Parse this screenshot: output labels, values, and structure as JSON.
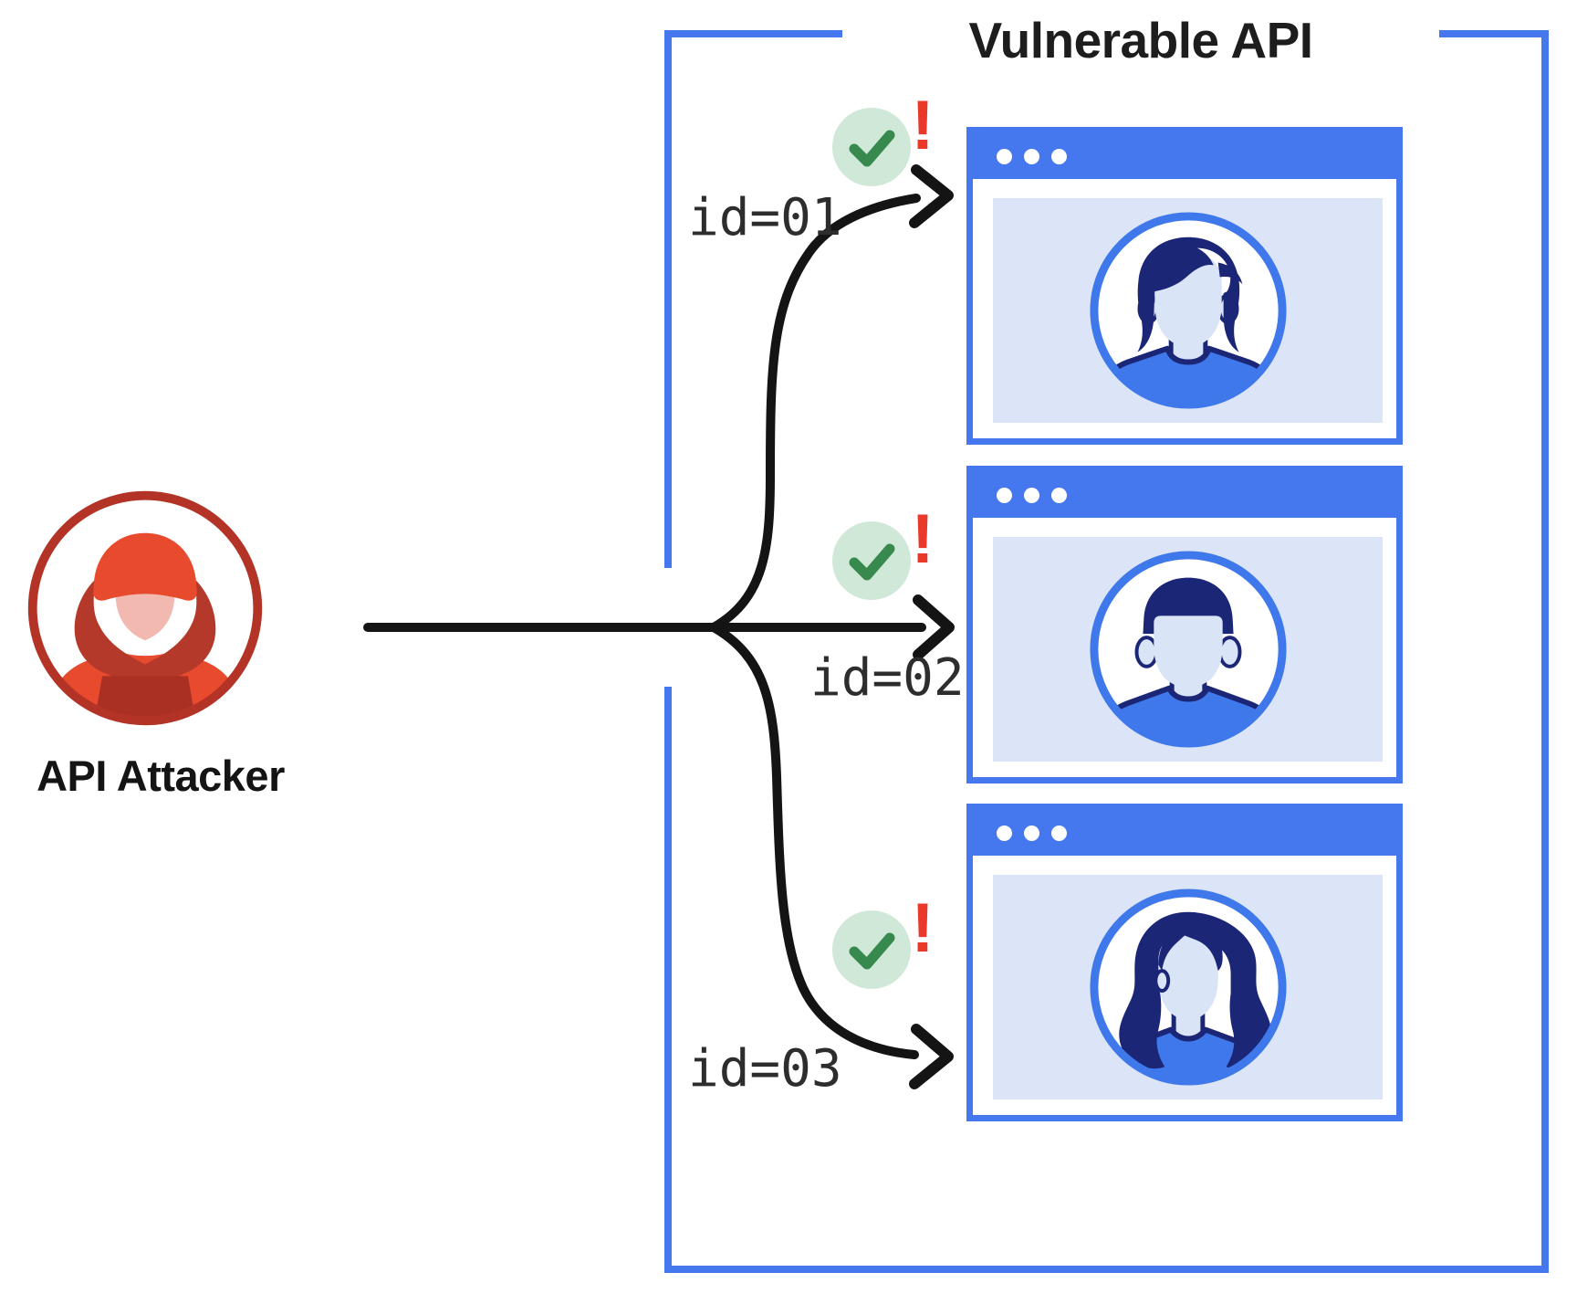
{
  "title": "Vulnerable API",
  "attacker": {
    "label": "API Attacker"
  },
  "requests": [
    {
      "id_label": "id=01",
      "status": "success"
    },
    {
      "id_label": "id=02",
      "status": "success"
    },
    {
      "id_label": "id=03",
      "status": "success"
    }
  ],
  "windows": [
    {
      "avatar": "male-user-swept-hair"
    },
    {
      "avatar": "male-user-flat-top-hair"
    },
    {
      "avatar": "female-user-long-hair"
    }
  ],
  "icons": {
    "check": "checkmark-in-green-circle",
    "alert": "!"
  },
  "colors": {
    "accent_blue": "#4577ee",
    "panel_blue": "#dbe5f7",
    "avatar_navy": "#1b2676",
    "avatar_face": "#d9e4f7",
    "badge_green_bg": "#d0e8d7",
    "check_green": "#37894e",
    "alert_red": "#e8392b",
    "attacker_red": "#e84a2e",
    "attacker_dark_red": "#b5392a",
    "attacker_outline_red": "#b33426",
    "arrow_black": "#141414"
  }
}
